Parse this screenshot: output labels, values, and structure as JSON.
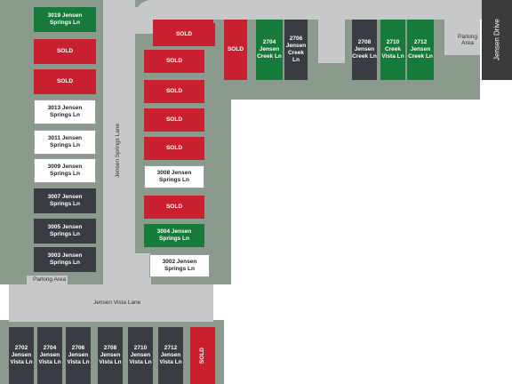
{
  "labels": {
    "jensen_springs_lane": "Jensen Springs Lane",
    "jensen_vista_lane": "Jensen Vista Lane",
    "parking_area_bottom": "Parking Area",
    "parking_area_top": "Parking\nArea",
    "jensen_drive": "Jensen Drive"
  },
  "left_lots": [
    {
      "label": "3019 Jensen\nSprings Ln",
      "status": "green"
    },
    {
      "label": "SOLD",
      "status": "sold"
    },
    {
      "label": "SOLD",
      "status": "sold"
    },
    {
      "label": "3013 Jensen\nSprings Ln",
      "status": "avail"
    },
    {
      "label": "3011 Jensen\nSprings Ln",
      "status": "avail"
    },
    {
      "label": "3009 Jensen\nSprings Ln",
      "status": "avail"
    },
    {
      "label": "3007 Jensen\nSprings Ln",
      "status": "dark"
    },
    {
      "label": "3005 Jensen\nSprings Ln",
      "status": "dark"
    },
    {
      "label": "3003 Jensen\nSprings Ln",
      "status": "dark"
    }
  ],
  "right_lots": [
    {
      "label": "SOLD",
      "status": "sold"
    },
    {
      "label": "SOLD",
      "status": "sold"
    },
    {
      "label": "SOLD",
      "status": "sold"
    },
    {
      "label": "SOLD",
      "status": "sold"
    },
    {
      "label": "SOLD",
      "status": "sold"
    },
    {
      "label": "3008 Jensen\nSprings Ln",
      "status": "avail"
    },
    {
      "label": "SOLD",
      "status": "sold"
    },
    {
      "label": "3004 Jensen\nSprings Ln",
      "status": "green"
    },
    {
      "label": "3002 Jensen\nSprings Ln",
      "status": "avail"
    }
  ],
  "top_lots": [
    {
      "label": "SOLD",
      "status": "sold"
    },
    {
      "label": "SOLD",
      "status": "sold"
    },
    {
      "label": "2704\nJensen\nCreek Ln",
      "status": "green"
    },
    {
      "label": "2706\nJensen\nCreek Ln",
      "status": "dark"
    },
    {
      "label": "2708\nJensen\nCreek Ln",
      "status": "dark"
    },
    {
      "label": "2710\nCreek\nVista Ln",
      "status": "green"
    },
    {
      "label": "2712\nJensen\nCreek Ln",
      "status": "green"
    }
  ],
  "bottom_lots": [
    {
      "label": "2702\nJensen\nVista Ln",
      "status": "dark"
    },
    {
      "label": "2704\nJensen\nVista Ln",
      "status": "dark"
    },
    {
      "label": "2706\nJensen\nVista Ln",
      "status": "dark"
    },
    {
      "label": "2708\nJensen\nVista Ln",
      "status": "dark"
    },
    {
      "label": "2710\nJensen\nVista Ln",
      "status": "dark"
    },
    {
      "label": "2712\nJensen\nVista Ln",
      "status": "dark"
    },
    {
      "label": "SOLD",
      "status": "sold"
    }
  ],
  "colors": {
    "sold": "#c8202f",
    "available": "#ffffff",
    "green": "#157a3a",
    "dark": "#3a3c44",
    "road": "#c7c8c9",
    "grass": "#8a9a8d"
  }
}
